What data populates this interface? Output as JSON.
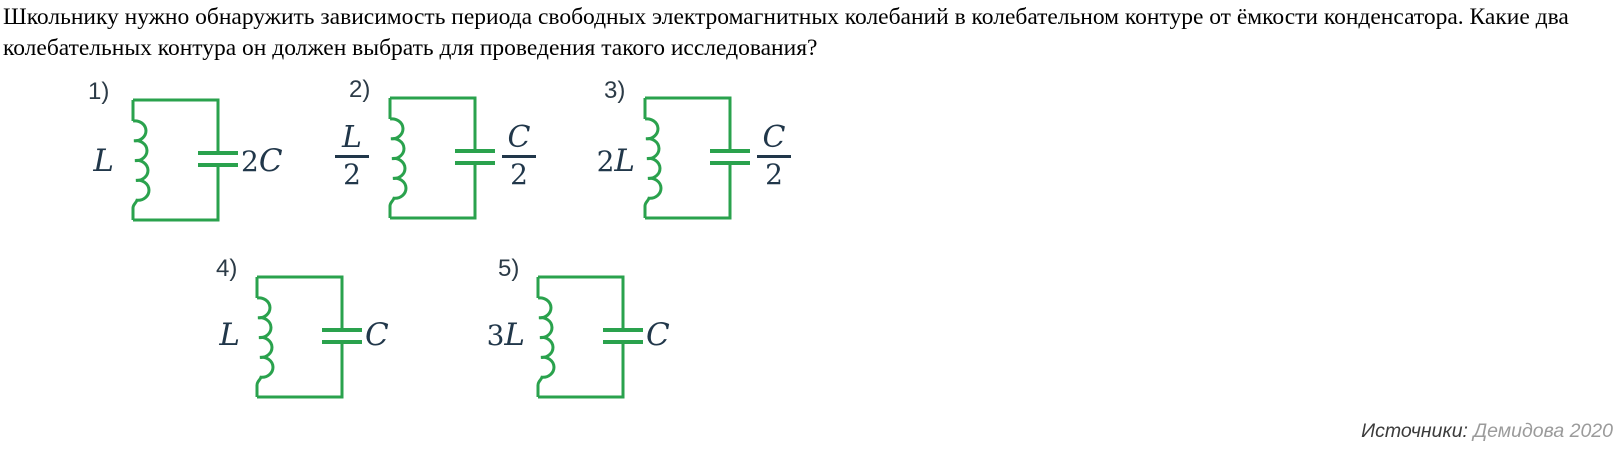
{
  "question": {
    "lines": [
      "Школьнику нужно обнаружить зависимость периода свободных электромагнитных колебаний в колебательном контуре от ёмкости конденсатора. Какие два",
      "колебательных контура он должен выбрать для проведения такого исследования?"
    ]
  },
  "circuits": [
    {
      "number": "1)",
      "inductor": {
        "kind": "plain",
        "coef": "",
        "symbol": "L"
      },
      "capacitor": {
        "kind": "plain",
        "coef": "2",
        "symbol": "C"
      }
    },
    {
      "number": "2)",
      "inductor": {
        "kind": "fraction",
        "num": "L",
        "den": "2"
      },
      "capacitor": {
        "kind": "fraction",
        "num": "C",
        "den": "2"
      }
    },
    {
      "number": "3)",
      "inductor": {
        "kind": "plain",
        "coef": "2",
        "symbol": "L"
      },
      "capacitor": {
        "kind": "fraction",
        "num": "C",
        "den": "2"
      }
    },
    {
      "number": "4)",
      "inductor": {
        "kind": "plain",
        "coef": "",
        "symbol": "L"
      },
      "capacitor": {
        "kind": "plain",
        "coef": "",
        "symbol": "C"
      }
    },
    {
      "number": "5)",
      "inductor": {
        "kind": "plain",
        "coef": "3",
        "symbol": "L"
      },
      "capacitor": {
        "kind": "plain",
        "coef": "",
        "symbol": "C"
      }
    }
  ],
  "source": {
    "label": "Источники:",
    "value": "Демидова 2020"
  },
  "colors": {
    "circuit_green": "#2aa24d",
    "label_navy": "#21374a",
    "number_slate": "#2c3b47",
    "source_label_gray": "#3b3b3b",
    "source_value_gray": "#9b9b9b",
    "text_black": "#000000"
  }
}
